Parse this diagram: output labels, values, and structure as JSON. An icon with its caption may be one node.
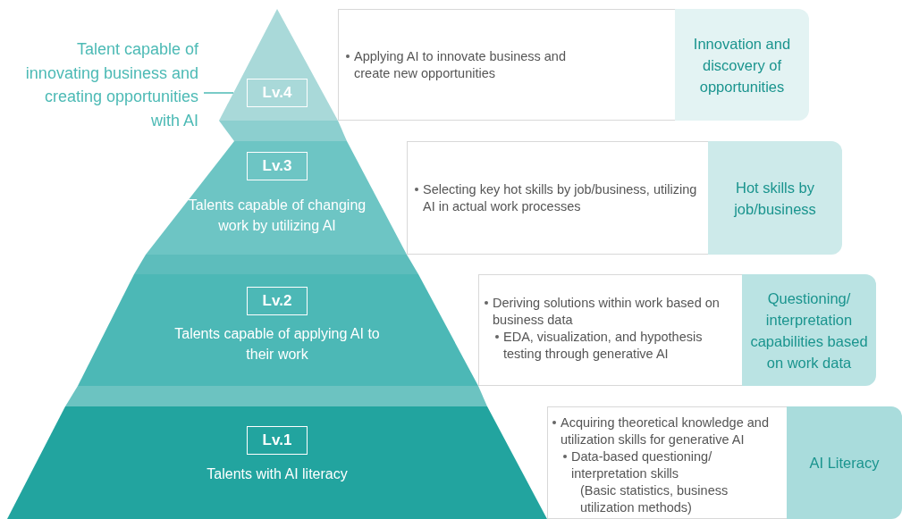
{
  "diagram": {
    "nodes": [
      {
        "text": [
          "Talent capable of innovating business and creating opportunities with AI"
        ]
      },
      {
        "text": [
          "Lv.4"
        ]
      },
      {
        "text": [
          "Applying AI to innovate business and create new opportunities"
        ]
      },
      {
        "text": [
          "Innovation and discovery of opportunities"
        ]
      },
      {
        "text": [
          "Lv.3",
          "Talents capable of changing work by utilizing AI"
        ]
      },
      {
        "text": [
          "Selecting key hot skills by job/business, utilizing AI in actual work processes"
        ]
      },
      {
        "text": [
          "Hot skills by job/business"
        ]
      },
      {
        "text": [
          "Lv.2",
          "Talents capable of applying AI to their work"
        ]
      },
      {
        "text": [
          "Deriving solutions within work based on business data",
          "EDA, visualization, and hypothesis testing through generative AI"
        ]
      },
      {
        "text": [
          "Questioning/ interpretation capabilities based on work data"
        ]
      },
      {
        "text": [
          "Lv.1",
          "Talents with AI literacy"
        ]
      },
      {
        "text": [
          "Acquiring theoretical knowledge and utilization skills for generative AI",
          "Data-based questioning/ interpretation skills",
          "(Basic statistics, business utilization methods)"
        ]
      },
      {
        "text": [
          "AI Literacy"
        ]
      },
      {
        "text": [],
        "shape": "band"
      },
      {
        "text": [],
        "shape": "band"
      },
      {
        "text": [],
        "shape": "band"
      }
    ],
    "edges": [
      {
        "from": 0,
        "to": 1,
        "arrow": "none"
      }
    ]
  }
}
